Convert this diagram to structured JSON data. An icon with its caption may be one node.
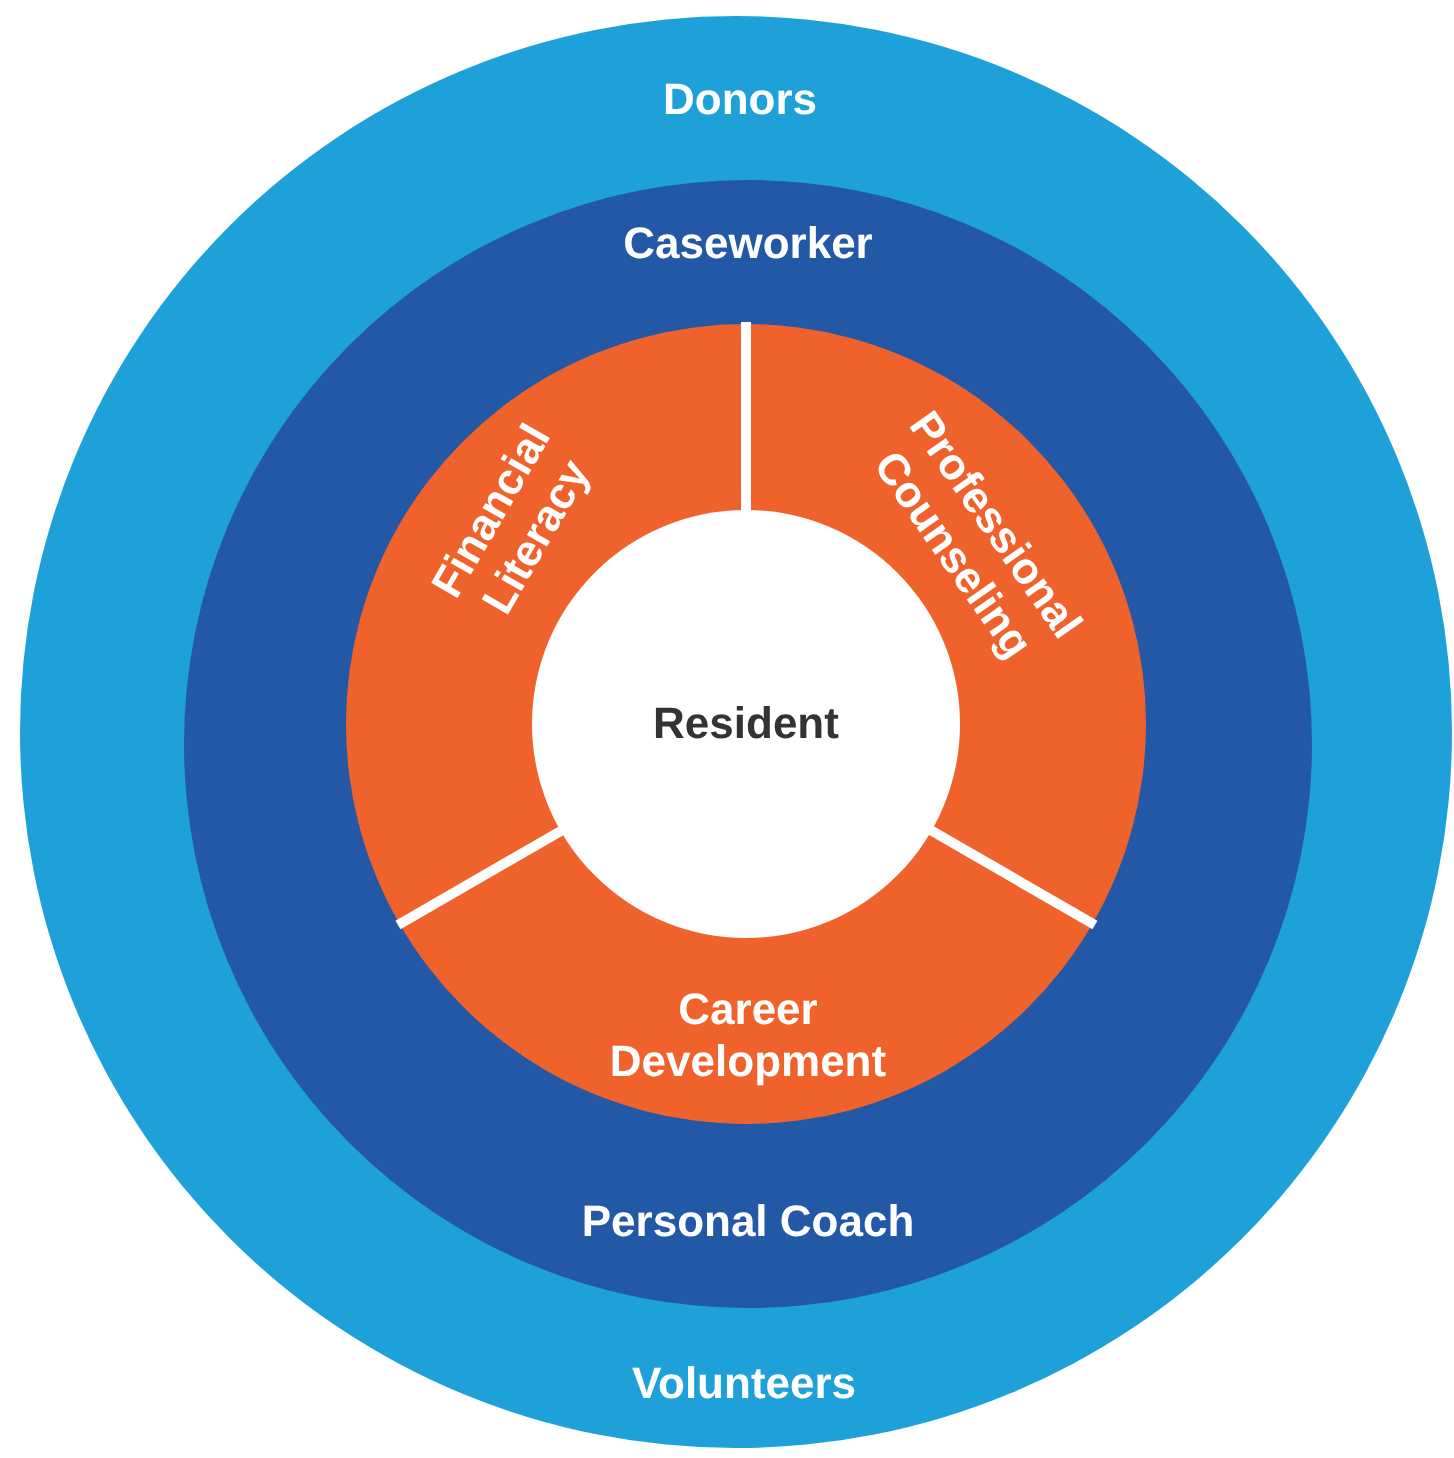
{
  "diagram": {
    "nodes": [
      {
        "text": [
          "Donors",
          "Volunteers"
        ]
      },
      {
        "text": [
          "Caseworker",
          "Personal Coach"
        ],
        "in": 0
      },
      {
        "text": [
          "Financial Literacy"
        ],
        "in": 1
      },
      {
        "text": [
          "Professional Counseling"
        ],
        "in": 1
      },
      {
        "text": [
          "Career Development"
        ],
        "in": 1
      },
      {
        "text": [
          "Resident"
        ],
        "in": 1
      }
    ]
  }
}
